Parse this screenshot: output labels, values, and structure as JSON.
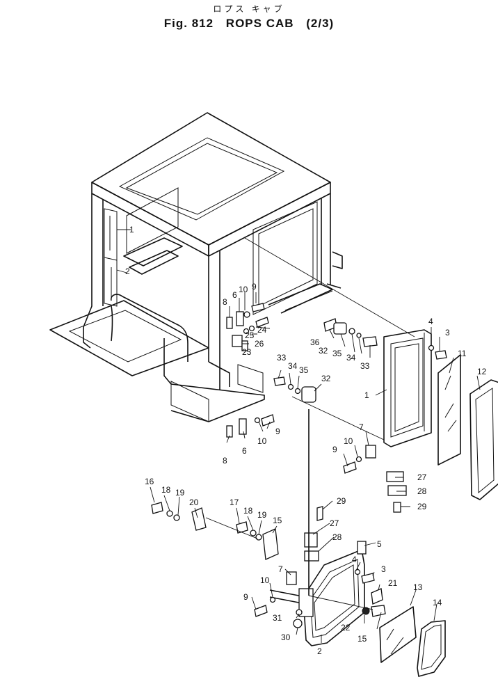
{
  "header": {
    "subtitle_jp": "ロプス キャブ",
    "fig": "Fig. 812",
    "title": "ROPS CAB",
    "page_fraction": "(2/3)"
  },
  "callouts": [
    {
      "id": "c1a",
      "text": "1"
    },
    {
      "id": "c2a",
      "text": "2"
    },
    {
      "id": "c10a",
      "text": "10"
    },
    {
      "id": "c9a",
      "text": "9"
    },
    {
      "id": "c6a",
      "text": "6"
    },
    {
      "id": "c8a",
      "text": "8"
    },
    {
      "id": "c25",
      "text": "25"
    },
    {
      "id": "c24",
      "text": "24"
    },
    {
      "id": "c26",
      "text": "26"
    },
    {
      "id": "c23",
      "text": "23"
    },
    {
      "id": "c36",
      "text": "36"
    },
    {
      "id": "c32a",
      "text": "32"
    },
    {
      "id": "c35a",
      "text": "35"
    },
    {
      "id": "c34a",
      "text": "34"
    },
    {
      "id": "c33a",
      "text": "33"
    },
    {
      "id": "c4a",
      "text": "4"
    },
    {
      "id": "c3a",
      "text": "3"
    },
    {
      "id": "c11",
      "text": "11"
    },
    {
      "id": "c12",
      "text": "12"
    },
    {
      "id": "c1b",
      "text": "1"
    },
    {
      "id": "c33b",
      "text": "33"
    },
    {
      "id": "c34b",
      "text": "34"
    },
    {
      "id": "c35b",
      "text": "35"
    },
    {
      "id": "c32b",
      "text": "32"
    },
    {
      "id": "c9b",
      "text": "9"
    },
    {
      "id": "c10b",
      "text": "10"
    },
    {
      "id": "c6b",
      "text": "6"
    },
    {
      "id": "c8b",
      "text": "8"
    },
    {
      "id": "c7a",
      "text": "7"
    },
    {
      "id": "c10c",
      "text": "10"
    },
    {
      "id": "c9c",
      "text": "9"
    },
    {
      "id": "c27a",
      "text": "27"
    },
    {
      "id": "c28a",
      "text": "28"
    },
    {
      "id": "c29a",
      "text": "29"
    },
    {
      "id": "c16",
      "text": "16"
    },
    {
      "id": "c18a",
      "text": "18"
    },
    {
      "id": "c19a",
      "text": "19"
    },
    {
      "id": "c20",
      "text": "20"
    },
    {
      "id": "c17",
      "text": "17"
    },
    {
      "id": "c18b",
      "text": "18"
    },
    {
      "id": "c19b",
      "text": "19"
    },
    {
      "id": "c15a",
      "text": "15"
    },
    {
      "id": "c29b",
      "text": "29"
    },
    {
      "id": "c27b",
      "text": "27"
    },
    {
      "id": "c28b",
      "text": "28"
    },
    {
      "id": "c5",
      "text": "5"
    },
    {
      "id": "c4b",
      "text": "4"
    },
    {
      "id": "c3b",
      "text": "3"
    },
    {
      "id": "c21",
      "text": "21"
    },
    {
      "id": "c7b",
      "text": "7"
    },
    {
      "id": "c10d",
      "text": "10"
    },
    {
      "id": "c9d",
      "text": "9"
    },
    {
      "id": "c31",
      "text": "31"
    },
    {
      "id": "c30",
      "text": "30"
    },
    {
      "id": "c22",
      "text": "22"
    },
    {
      "id": "c15b",
      "text": "15"
    },
    {
      "id": "c2b",
      "text": "2"
    },
    {
      "id": "c13",
      "text": "13"
    },
    {
      "id": "c14",
      "text": "14"
    }
  ]
}
